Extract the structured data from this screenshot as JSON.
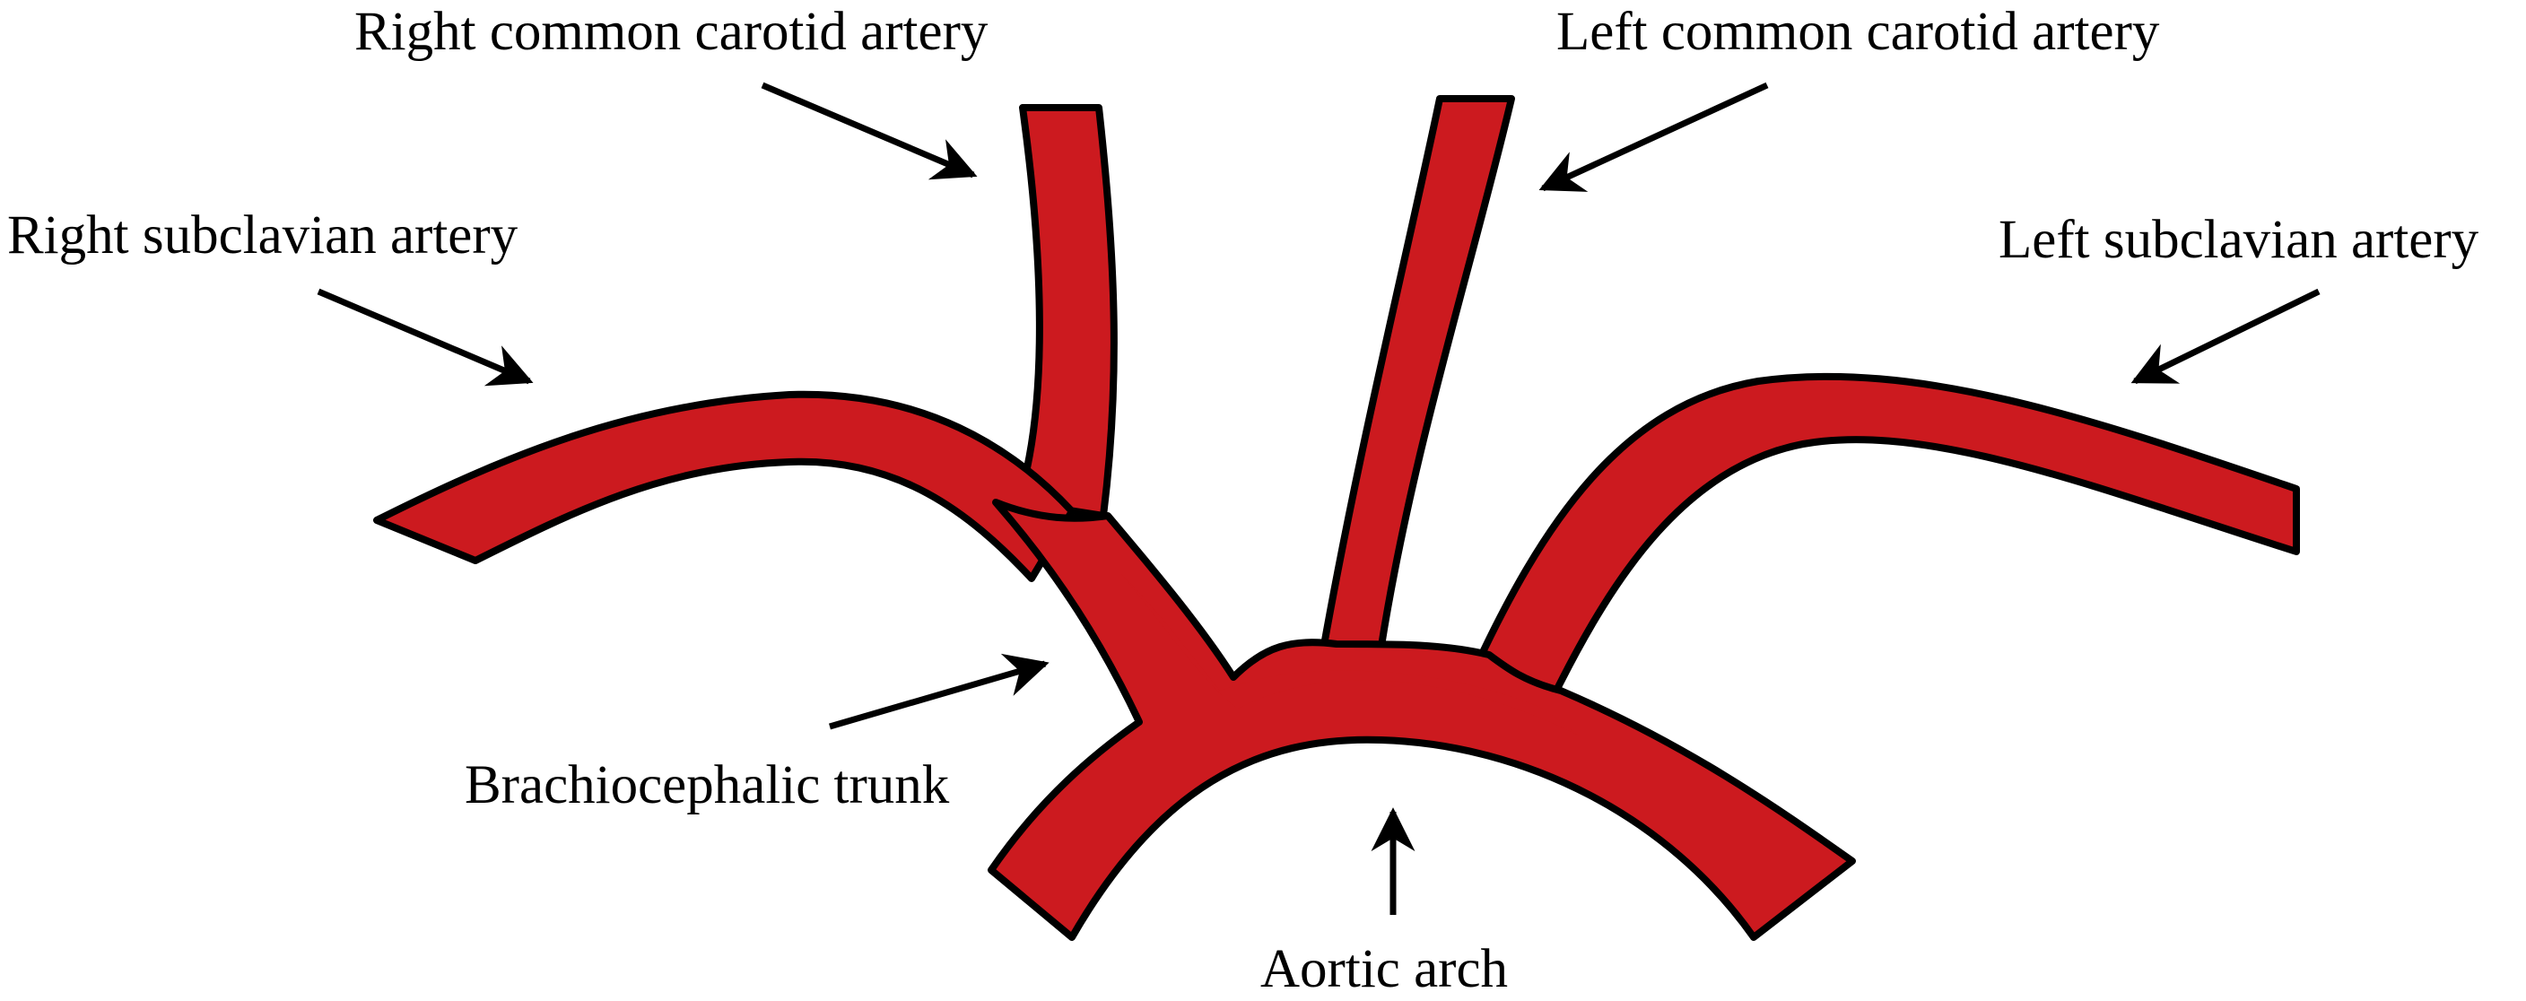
{
  "colors": {
    "artery_fill": "#cc1a1f",
    "outline": "#000000",
    "background": "#ffffff",
    "text": "#000000"
  },
  "labels": {
    "right_common_carotid": "Right common carotid artery",
    "left_common_carotid": "Left common carotid artery",
    "right_subclavian": "Right subclavian artery",
    "left_subclavian": "Left subclavian artery",
    "brachiocephalic_trunk": "Brachiocephalic trunk",
    "aortic_arch": "Aortic arch"
  }
}
